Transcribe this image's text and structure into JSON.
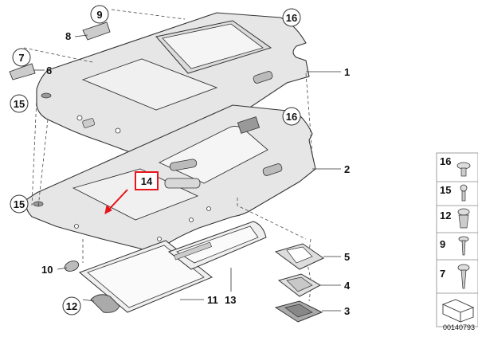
{
  "diagram": {
    "callouts": {
      "c1": "1",
      "c2": "2",
      "c3": "3",
      "c4": "4",
      "c5": "5",
      "c6": "6",
      "c7": "7",
      "c8": "8",
      "c9": "9",
      "c10": "10",
      "c11": "11",
      "c12": "12",
      "c13": "13",
      "c14": "14",
      "c15a": "15",
      "c15b": "15",
      "c16a": "16",
      "c16b": "16"
    },
    "highlight_color": "#e8141c"
  },
  "legend": {
    "items": [
      {
        "num": "16",
        "icon": "push-rivet-icon"
      },
      {
        "num": "15",
        "icon": "small-screw-icon"
      },
      {
        "num": "12",
        "icon": "expanding-rivet-icon"
      },
      {
        "num": "9",
        "icon": "screw-icon"
      },
      {
        "num": "7",
        "icon": "self-tapping-screw-icon"
      }
    ],
    "drawing_id": "00140793"
  }
}
